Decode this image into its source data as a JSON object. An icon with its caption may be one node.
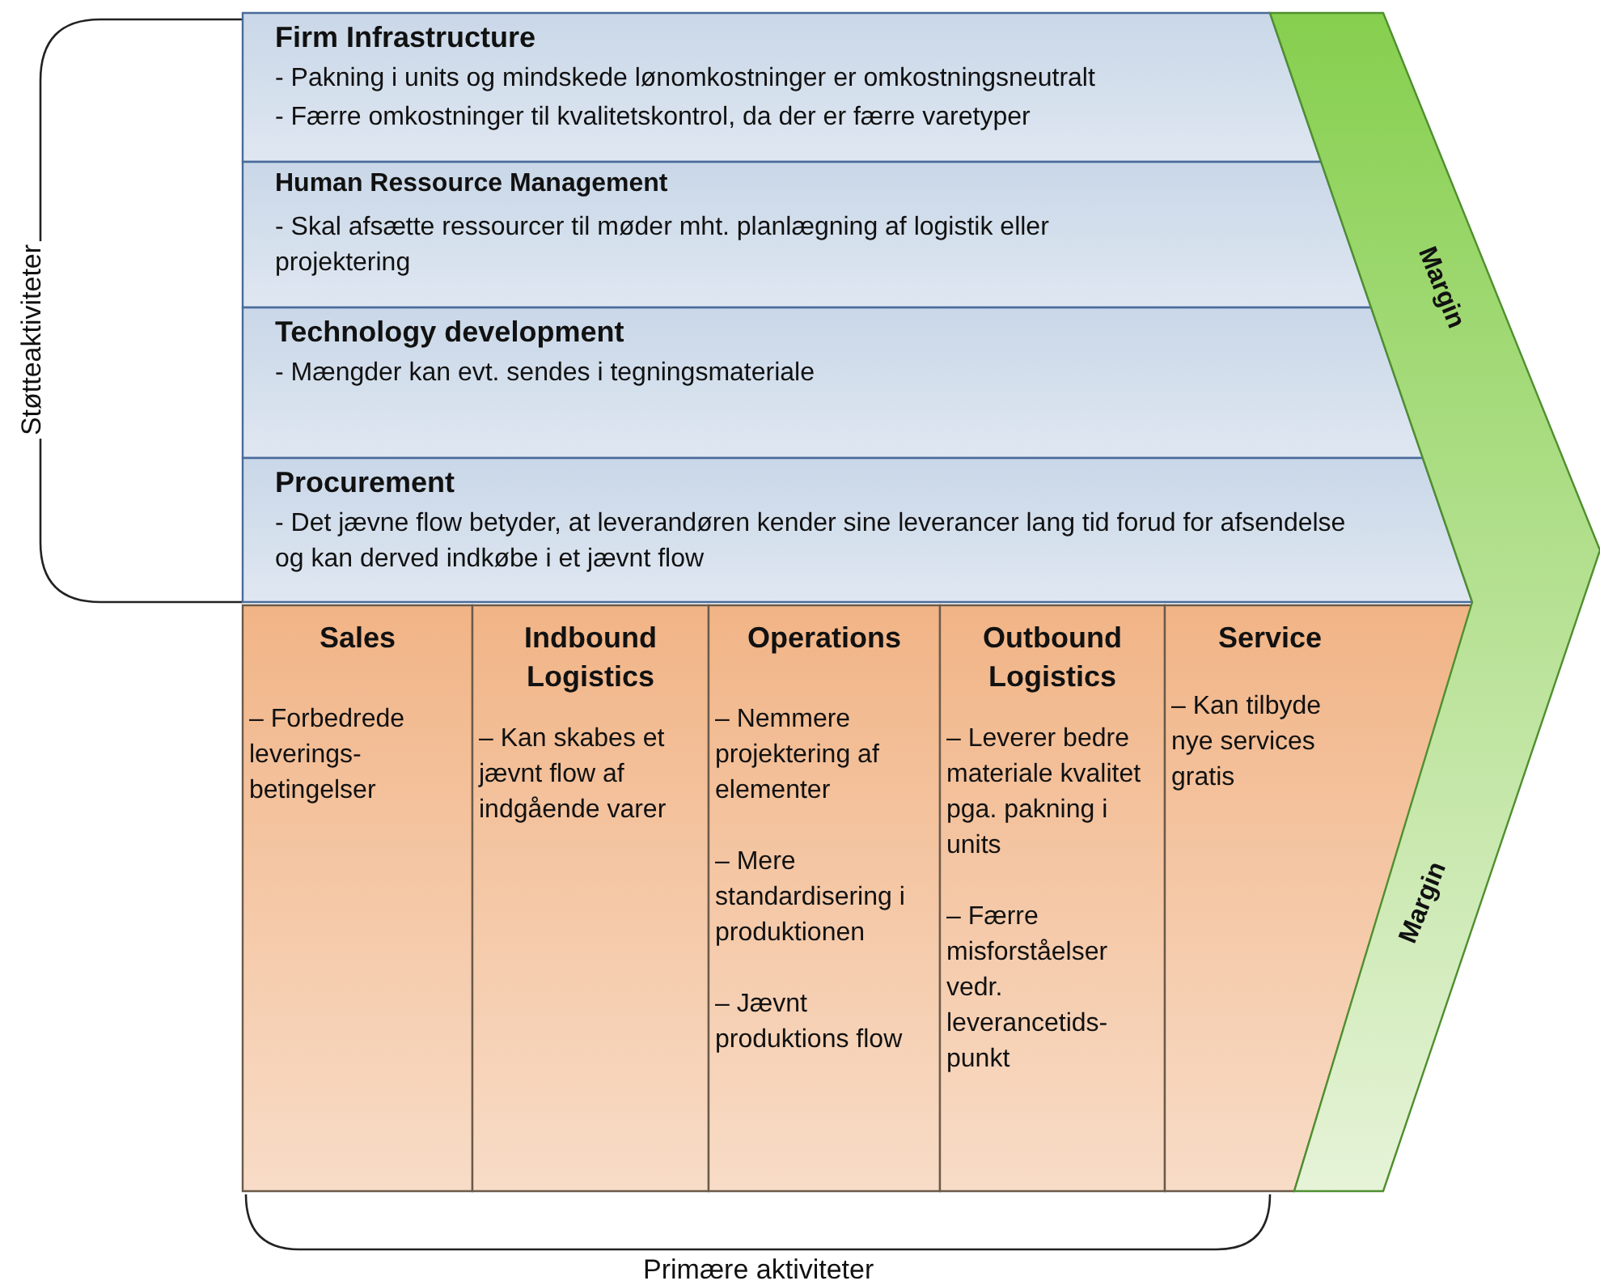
{
  "diagram": {
    "nodes": [
      {
        "text": [
          "Firm Infrastructure",
          "- Pakning i units og mindskede lønomkostninger er omkostningsneutralt",
          "- Færre omkostninger til kvalitetskontrol, da der er færre varetyper"
        ]
      },
      {
        "text": [
          "Human Ressource Management",
          "- Skal afsætte ressourcer til møder mht. planlægning af logistik eller projektering"
        ]
      },
      {
        "text": [
          "Technology development",
          "- Mængder kan evt. sendes i tegningsmateriale"
        ]
      },
      {
        "text": [
          "Procurement",
          "- Det jævne flow betyder, at leverandøren kender sine leverancer lang tid forud for afsendelse og kan derved indkøbe i et jævnt flow"
        ]
      },
      {
        "text": [
          "Sales",
          "– Forbedrede leverings-betingelser"
        ]
      },
      {
        "text": [
          "Indbound Logistics",
          "– Kan skabes et jævnt flow af indgående varer"
        ]
      },
      {
        "text": [
          "Operations",
          "– Nemmere projektering af elementer",
          "– Mere standardisering i produktionen",
          "– Jævnt produktions flow"
        ]
      },
      {
        "text": [
          "Outbound Logistics",
          "– Leverer bedre materiale kvalitet pga. pakning i units",
          "– Færre misforståelser vedr. leverancetids-punkt"
        ]
      },
      {
        "text": [
          "Service",
          "– Kan tilbyde nye services gratis"
        ]
      },
      {
        "text": [
          "Margin",
          "Margin"
        ]
      }
    ],
    "labels": [
      "Støtteaktiviteter",
      "Primære aktiviteter"
    ]
  }
}
